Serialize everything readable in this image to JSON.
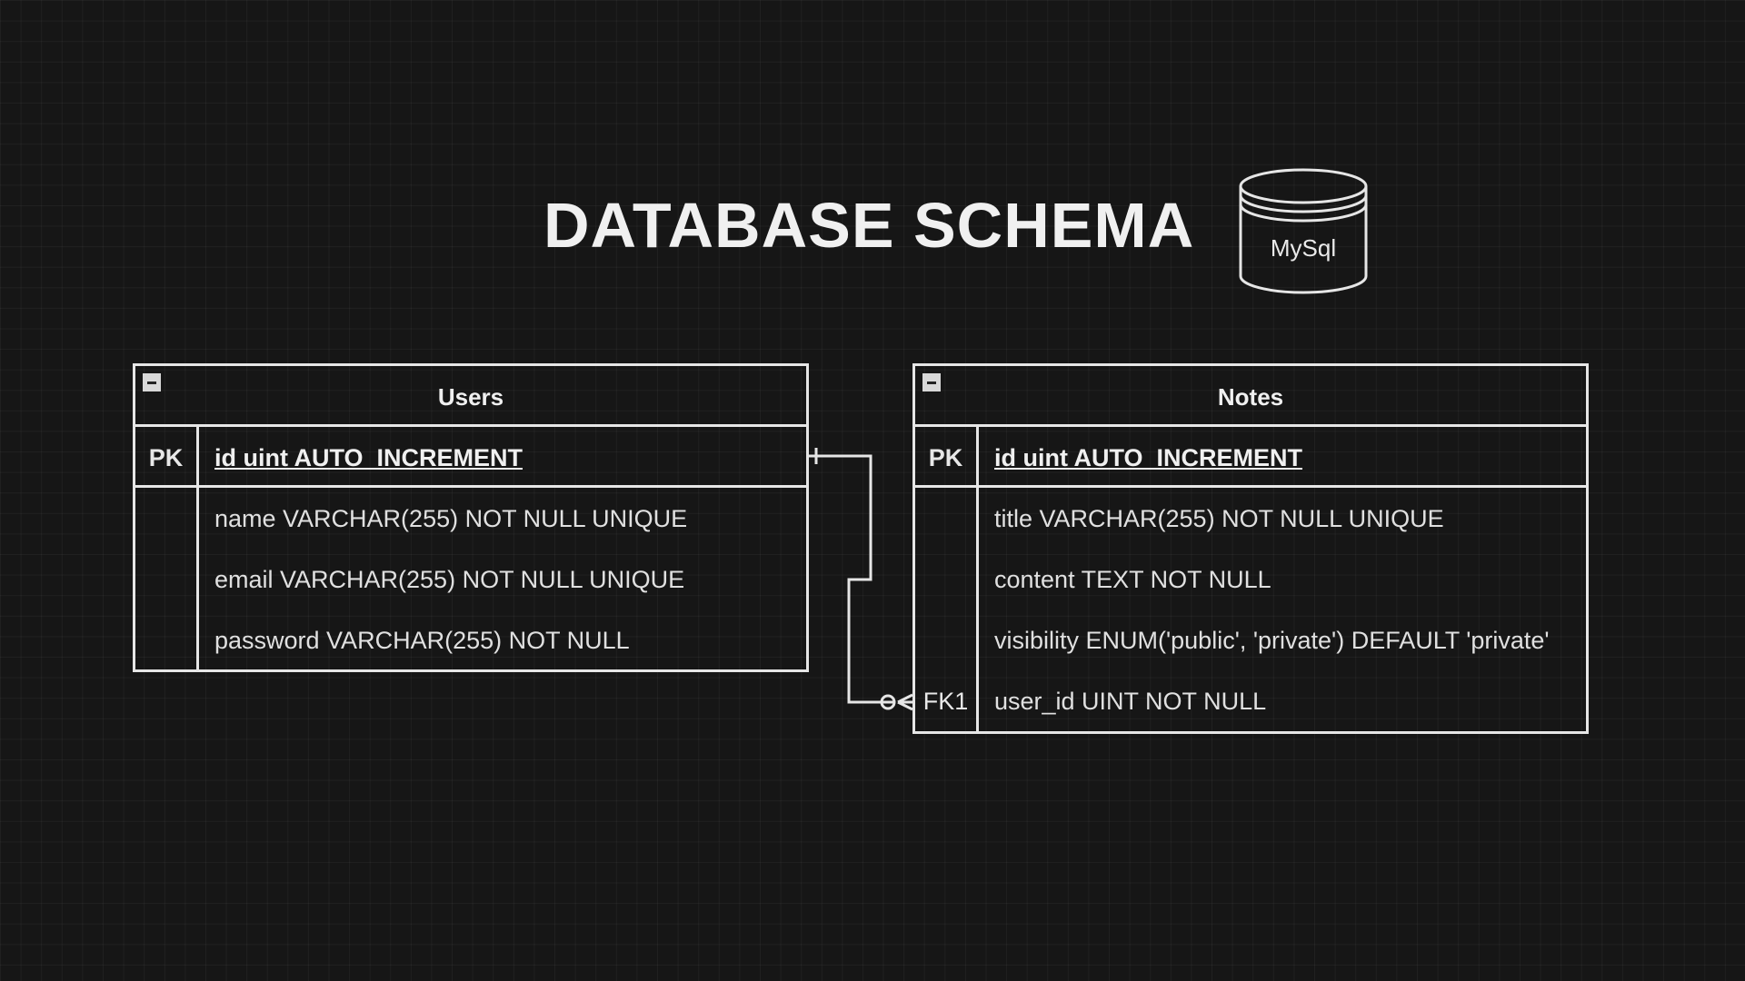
{
  "title": "DATABASE SCHEMA",
  "database": {
    "label": "MySql",
    "icon": "cylinder-database-icon"
  },
  "entities": {
    "users": {
      "name": "Users",
      "rows": [
        {
          "key": "PK",
          "field": "id uint AUTO_INCREMENT"
        },
        {
          "key": "",
          "field": "name VARCHAR(255) NOT NULL UNIQUE"
        },
        {
          "key": "",
          "field": "email VARCHAR(255) NOT NULL UNIQUE"
        },
        {
          "key": "",
          "field": "password VARCHAR(255) NOT NULL"
        }
      ]
    },
    "notes": {
      "name": "Notes",
      "rows": [
        {
          "key": "PK",
          "field": "id uint AUTO_INCREMENT"
        },
        {
          "key": "",
          "field": "title VARCHAR(255) NOT NULL UNIQUE"
        },
        {
          "key": "",
          "field": "content TEXT NOT NULL"
        },
        {
          "key": "",
          "field": "visibility ENUM('public', 'private') DEFAULT 'private'"
        },
        {
          "key": "FK1",
          "field": "user_id UINT NOT NULL"
        }
      ]
    }
  },
  "relationship": {
    "from": "Users.id",
    "to": "Notes.user_id",
    "cardinality": "one-to-zero-or-many"
  },
  "colors": {
    "background": "#161616",
    "stroke": "#e6e6e6",
    "text": "#e8e8e8"
  }
}
